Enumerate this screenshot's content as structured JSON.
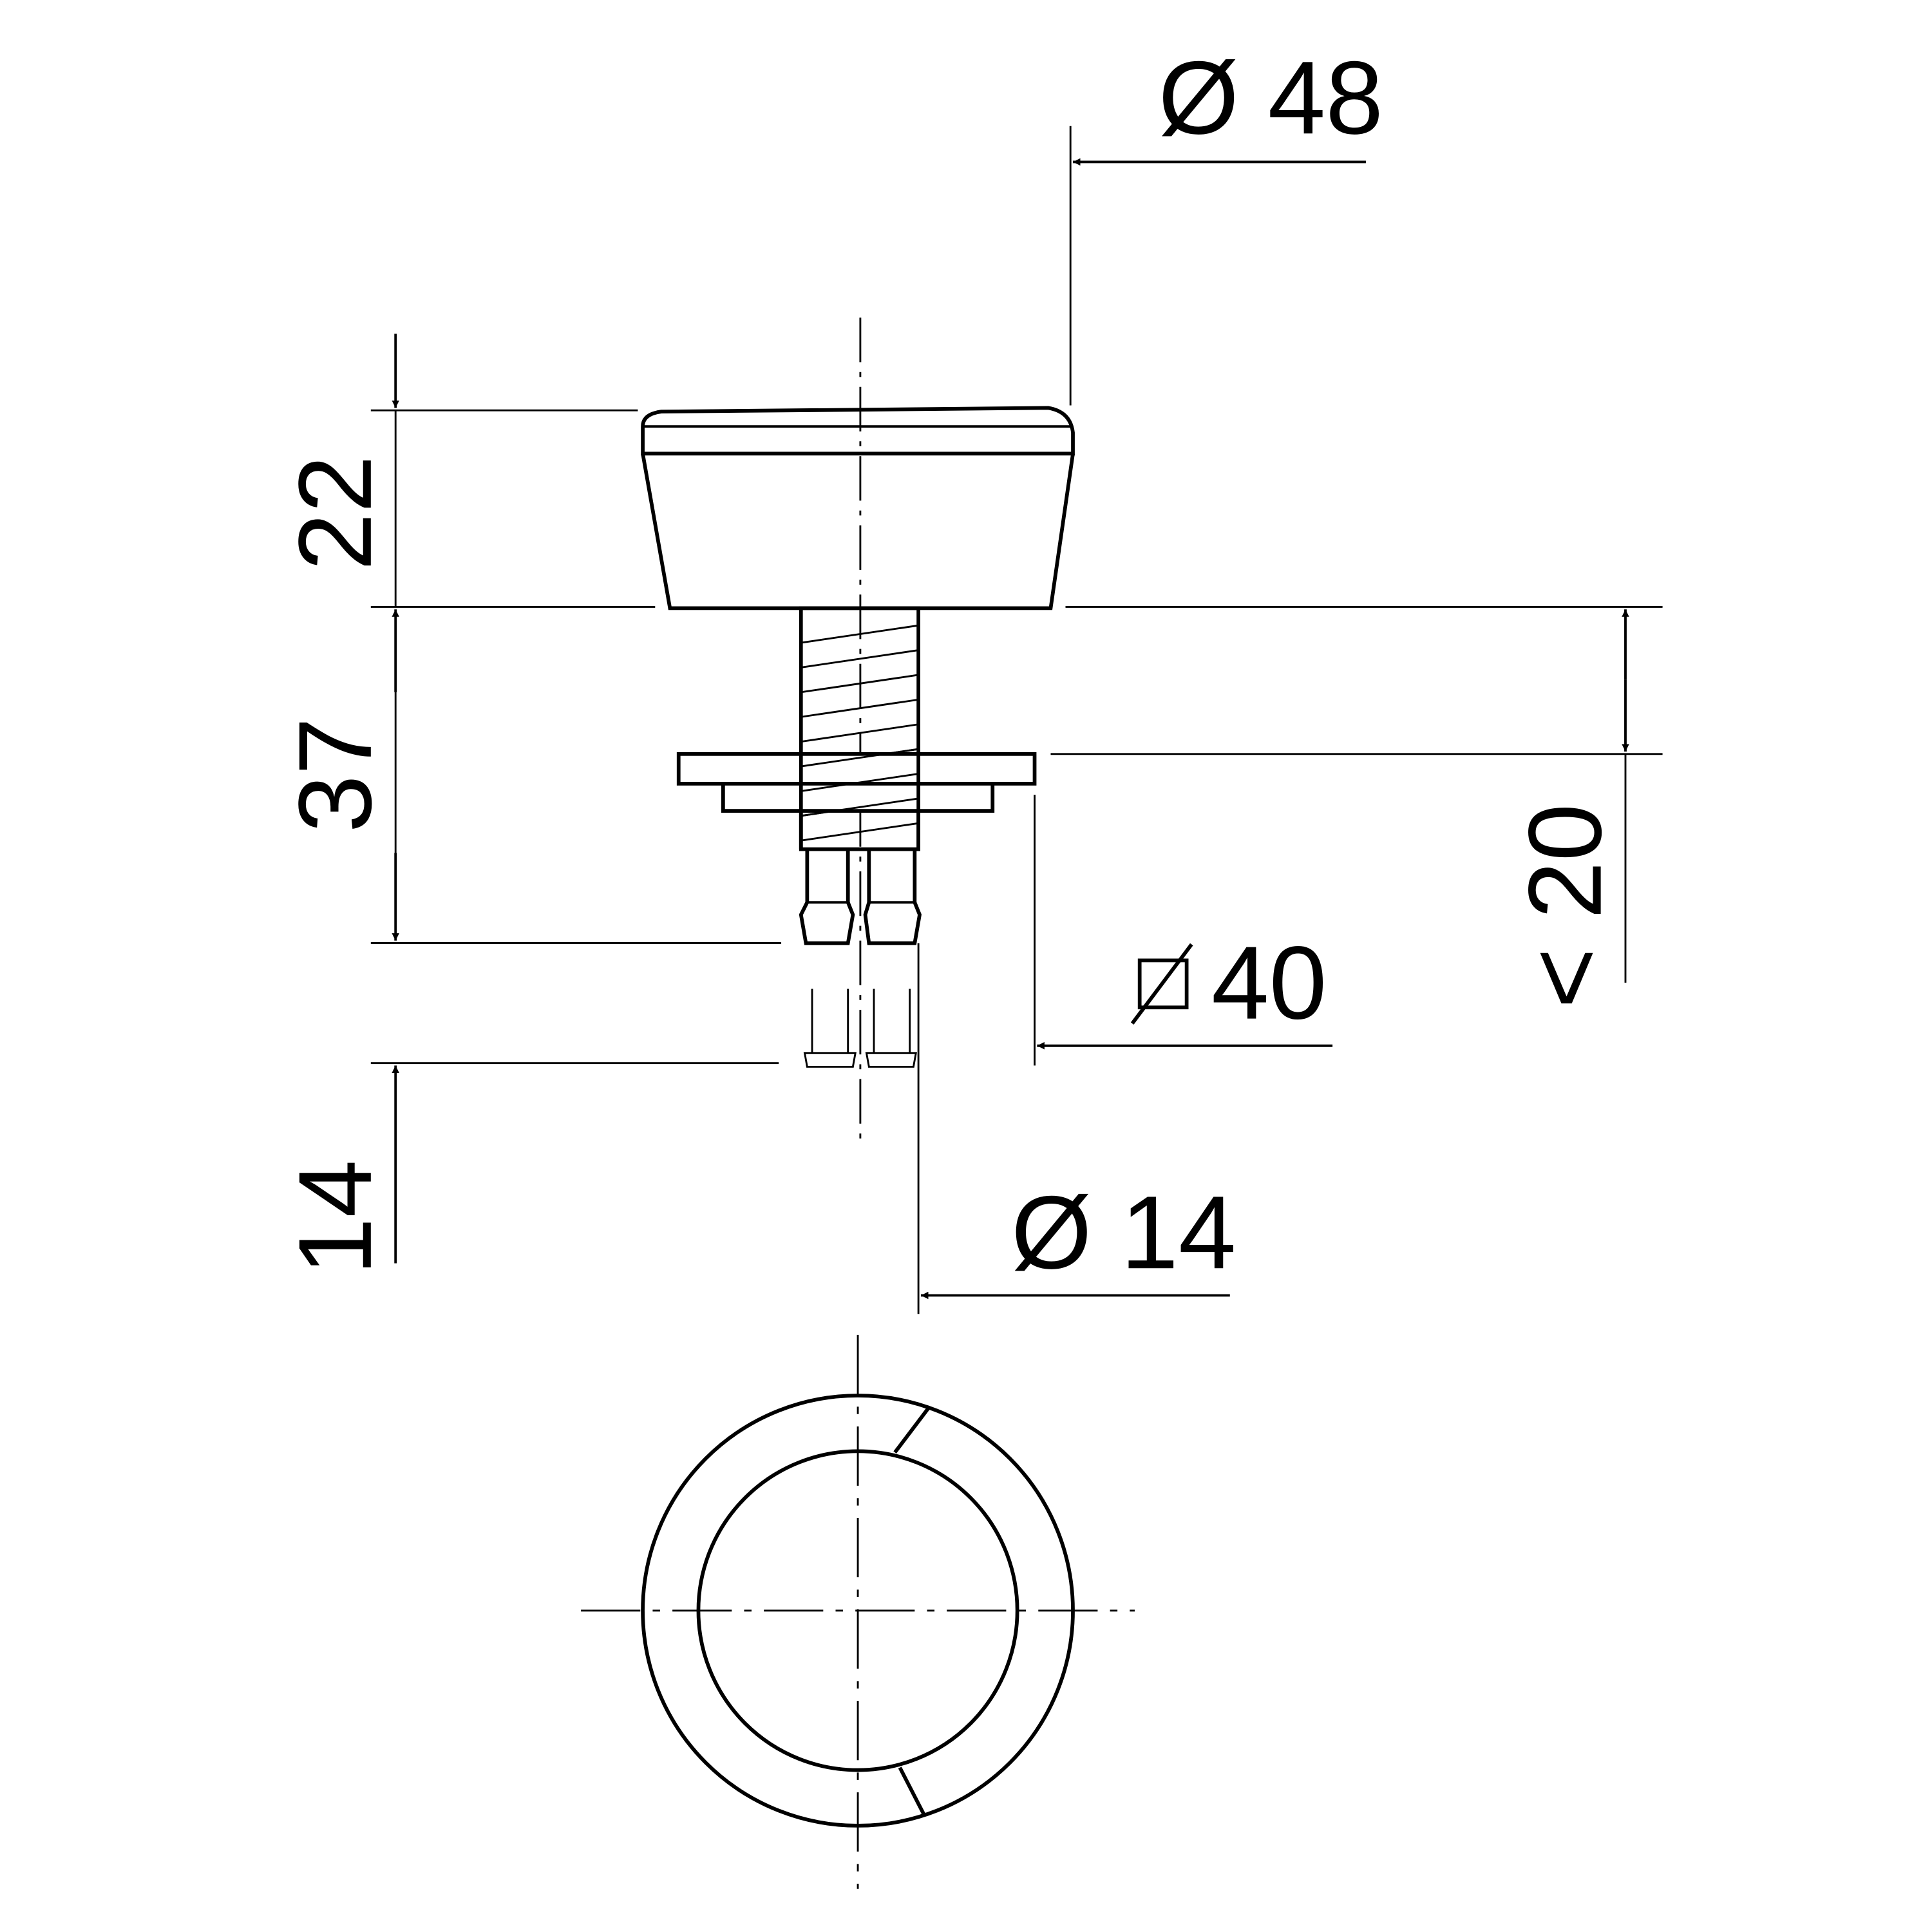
{
  "drawing": {
    "dimensions": {
      "top_diameter": "Ø 48",
      "height_cap": "22",
      "height_shaft": "37",
      "height_tails": "14",
      "panel_thickness": "< 20",
      "cutout_diameter": "40",
      "tail_diameter": "Ø 14"
    },
    "colors": {
      "line": "#000000",
      "background": "#ffffff"
    }
  }
}
